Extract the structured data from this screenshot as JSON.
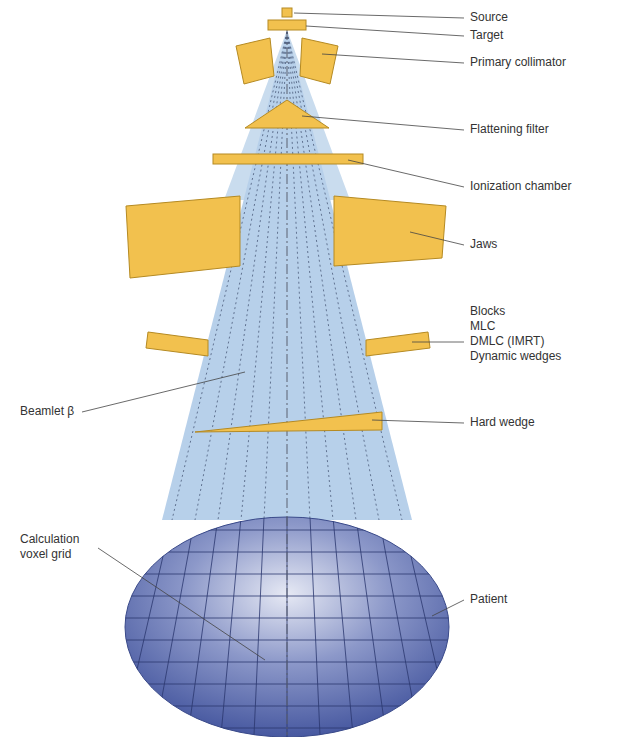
{
  "diagram": {
    "labels": [
      "Source",
      "Target",
      "Primary collimator",
      "Flattening filter",
      "Ionization chamber",
      "Jaws",
      "Blocks",
      "MLC",
      "DMLC (IMRT)",
      "Dynamic wedges",
      "Beamlet β",
      "Hard wedge",
      "Calculation voxel grid",
      "Patient"
    ]
  }
}
